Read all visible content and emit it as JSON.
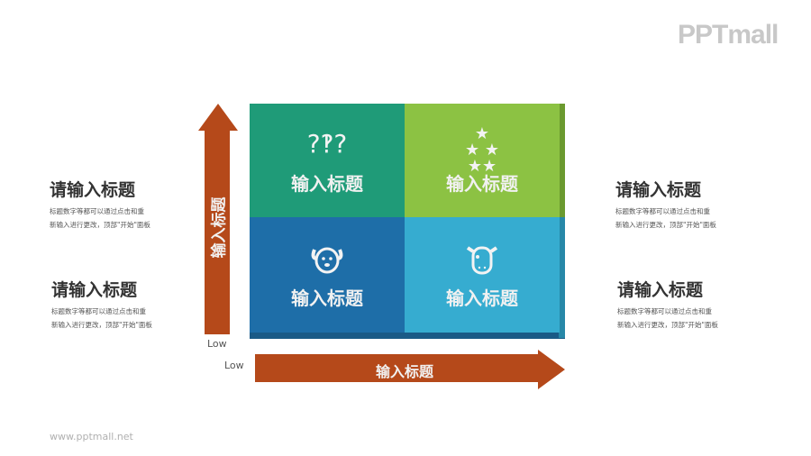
{
  "logo": "PPTmall",
  "footer": "www.pptmall.net",
  "colors": {
    "arrow": "#b5491a",
    "q_tl": "#1f9b78",
    "q_tr": "#8cc243",
    "q_bl": "#1e6ea8",
    "q_br": "#36acd0",
    "text": "#333333"
  },
  "left_blocks": [
    {
      "title": "请输入标题",
      "line1": "标题数字等都可以通过点击和重",
      "line2": "新输入进行更改，顶部\"开始\"面板"
    },
    {
      "title": "请输入标题",
      "line1": "标题数字等都可以通过点击和重",
      "line2": "新输入进行更改，顶部\"开始\"面板"
    }
  ],
  "right_blocks": [
    {
      "title": "请输入标题",
      "line1": "标题数字等都可以通过点击和重",
      "line2": "新输入进行更改，顶部\"开始\"面板"
    },
    {
      "title": "请输入标题",
      "line1": "标题数字等都可以通过点击和重",
      "line2": "新输入进行更改，顶部\"开始\"面板"
    }
  ],
  "matrix": {
    "quadrants": [
      {
        "label": "输入标题",
        "icon": "question-marks-icon"
      },
      {
        "label": "输入标题",
        "icon": "stars-icon"
      },
      {
        "label": "输入标题",
        "icon": "dog-icon"
      },
      {
        "label": "输入标题",
        "icon": "cow-icon"
      }
    ]
  },
  "y_axis": {
    "label": "输入标题",
    "low": "Low"
  },
  "x_axis": {
    "label": "输入标题",
    "low": "Low"
  }
}
